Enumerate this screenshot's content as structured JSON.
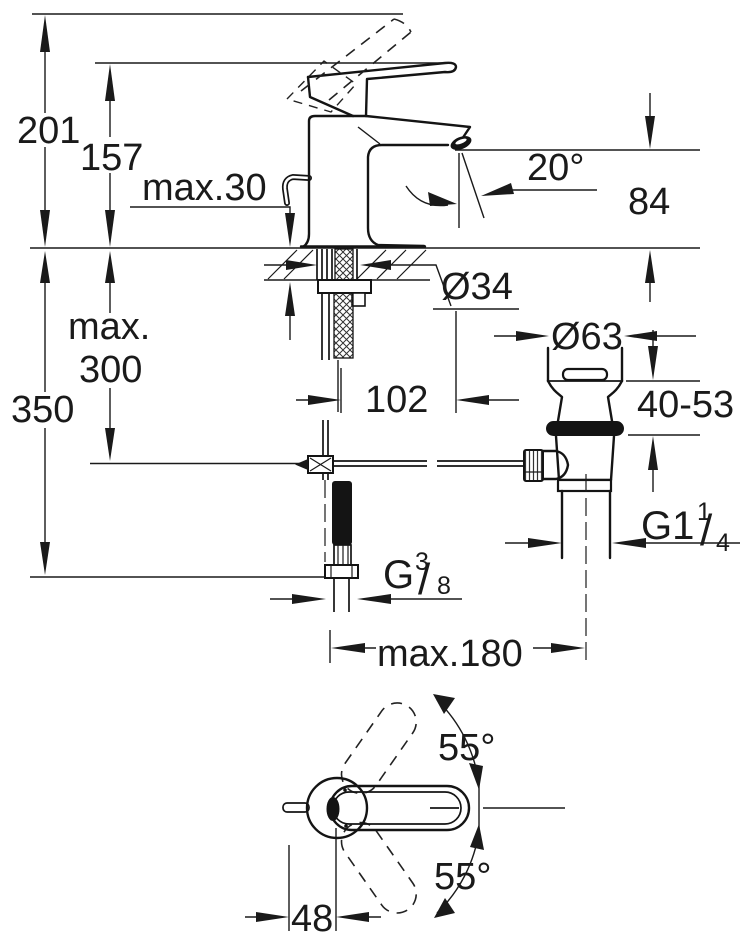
{
  "dimensions": {
    "height_overall": "201",
    "height_to_lever": "157",
    "deck_thickness": "max.30",
    "spout_angle": "20°",
    "spout_height": "84",
    "shank_diameter": "Ø34",
    "rod_depth_line1": "max.",
    "rod_depth_line2": "300",
    "hose_length": "350",
    "rod_length": "102",
    "waste_flange_diameter": "Ø63",
    "waste_adjust_range": "40-53",
    "waste_thread": {
      "main": "G1",
      "sup": "1",
      "slash": "/",
      "sub": "4"
    },
    "supply_thread": {
      "main": "G",
      "sup": "3",
      "slash": "/",
      "sub": "8"
    },
    "waste_offset": "max.180",
    "swing_angle_upper": "55°",
    "swing_angle_lower": "55°",
    "handle_offset": "48"
  }
}
